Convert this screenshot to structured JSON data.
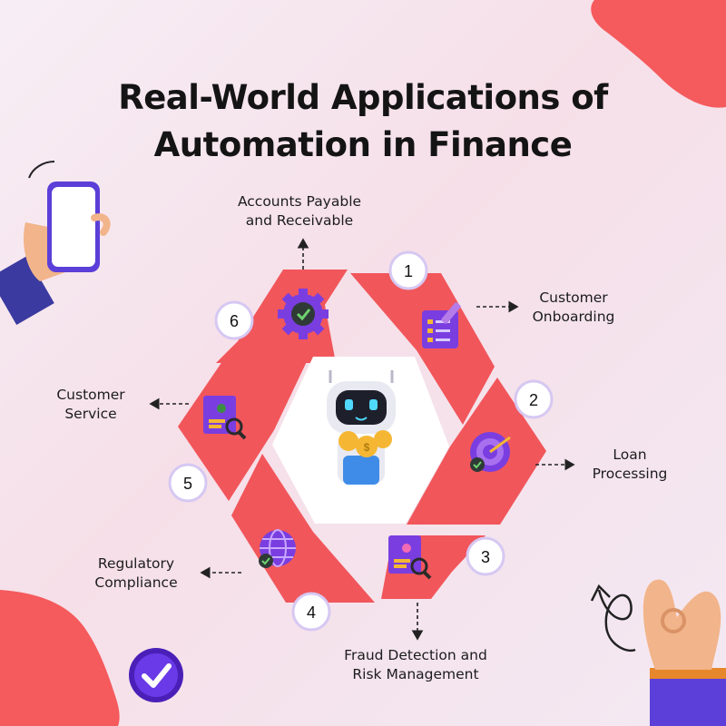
{
  "title": {
    "line1": "Real-World Applications of",
    "line2": "Automation in Finance"
  },
  "colors": {
    "segment": "#f1565b",
    "number_ring": "#d6c8f2",
    "icon_purple": "#7a3ee0",
    "icon_gold": "#f5b733",
    "check_green": "#3b8f43",
    "blob": "#f55a5c"
  },
  "steps": [
    {
      "number": "1",
      "label": [
        "Customer",
        "Onboarding"
      ],
      "icon": "checklist-pencil-icon"
    },
    {
      "number": "2",
      "label": [
        "Loan",
        "Processing"
      ],
      "icon": "target-dart-icon"
    },
    {
      "number": "3",
      "label": [
        "Fraud Detection and",
        "Risk Management"
      ],
      "icon": "document-search-icon"
    },
    {
      "number": "4",
      "label": [
        "Regulatory",
        "Compliance"
      ],
      "icon": "globe-check-icon"
    },
    {
      "number": "5",
      "label": [
        "Customer",
        "Service"
      ],
      "icon": "document-search-icon"
    },
    {
      "number": "6",
      "label": [
        "Accounts Payable",
        "and Receivable"
      ],
      "icon": "gear-check-icon"
    }
  ],
  "center": {
    "icon": "robot-coins-icon"
  },
  "decor": [
    "hand-phone-icon",
    "hand-ok-icon",
    "checkmark-badge-icon",
    "squiggle-arrow-icon"
  ]
}
